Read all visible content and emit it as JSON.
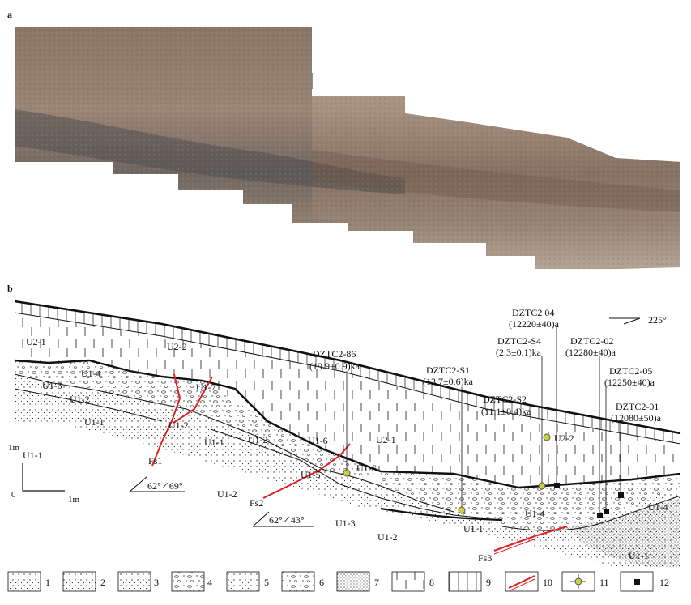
{
  "panel_a": {
    "label": "a"
  },
  "panel_b": {
    "label": "b"
  },
  "orientation": {
    "label": "225°"
  },
  "scale_bar": {
    "vertical": "1m",
    "horizontal": "1m",
    "origin": "0"
  },
  "units": {
    "u2_1_top": "U2-1",
    "u2_2_top": "U2-2",
    "u1_4_left": "U1-4",
    "u1_3_left": "U1-3",
    "u1_2_left": "U1-2",
    "u1_1_left": "U1-1",
    "u1_7": "U1-7",
    "u1_2_mid": "U1-2",
    "u1_1_mid": "U1-1",
    "u1_1_far": "U1-1",
    "u1_2_b": "U1-2",
    "u1_6a": "U1-6",
    "u1_5": "U1-5",
    "u1_6b": "U1-6",
    "u1_2_c": "U1-2",
    "u1_3_bottom": "U1-3",
    "u1_2_d": "U1-2",
    "u1_1_bottom": "U1-1",
    "u2_1_right": "U2-1",
    "u2_2_right": "U2-2",
    "u1_4_right": "U1-4",
    "u1_4_far_right": "U1-4",
    "u1_1_right": "U1-1"
  },
  "faults": {
    "fs1": "Fs1",
    "fs2": "Fs2",
    "fs3": "Fs3"
  },
  "attitudes": {
    "fs1": "62°∠69°",
    "fs2": "62°∠43°"
  },
  "samples": [
    {
      "id": "DZTC2-86",
      "age": "(19.9±0.9)ka"
    },
    {
      "id": "DZTC2-S1",
      "age": "(13.7±0.6)ka"
    },
    {
      "id": "DZTC2-S4",
      "age": "(2.3±0.1)ka"
    },
    {
      "id": "DZTC2-S2",
      "age": "(11.1±0.4)ka"
    },
    {
      "id": "DZTC2  04",
      "age": "(12220±40)a"
    },
    {
      "id": "DZTC2-02",
      "age": "(12280±40)a"
    },
    {
      "id": "DZTC2-05",
      "age": "(12250±40)a"
    },
    {
      "id": "DZTC2-01",
      "age": "(12080±50)a"
    }
  ],
  "legend": [
    {
      "label": "1"
    },
    {
      "label": "2"
    },
    {
      "label": "3"
    },
    {
      "label": "4"
    },
    {
      "label": "5"
    },
    {
      "label": "6"
    },
    {
      "label": "7"
    },
    {
      "label": "8"
    },
    {
      "label": "9"
    },
    {
      "label": "10"
    },
    {
      "label": "11"
    },
    {
      "label": "12"
    }
  ],
  "colors": {
    "fault": "#e02020",
    "sample_marker": "#c8d43a",
    "sky": "#6a96d0"
  }
}
